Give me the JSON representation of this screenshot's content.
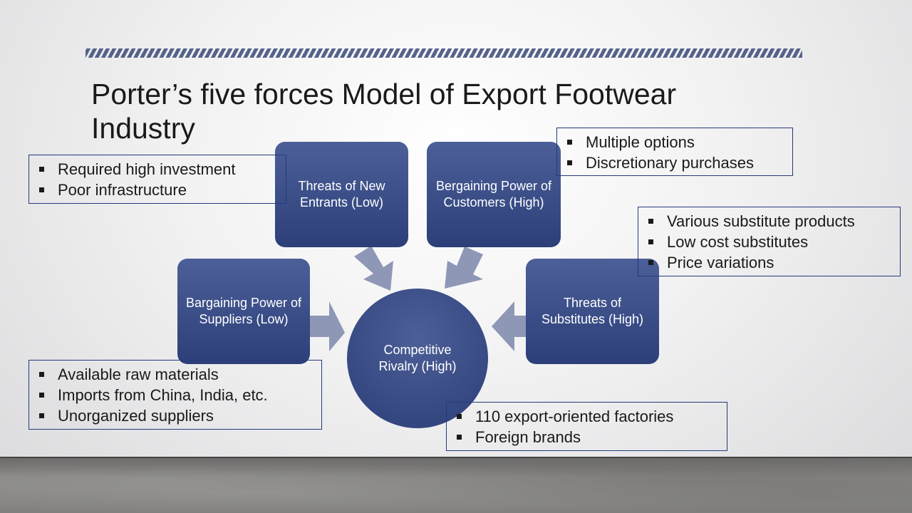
{
  "title": "Porter’s five forces Model of Export Footwear Industry",
  "center": {
    "label": "Competitive Rivalry (High)"
  },
  "forces": {
    "new_entrants": "Threats of New Entrants (Low)",
    "customers": "Bergaining Power of Customers (High)",
    "suppliers": "Bargaining Power of Suppliers (Low)",
    "substitutes": "Threats of Substitutes (High)"
  },
  "notes": {
    "new_entrants": [
      "Required high investment",
      "Poor infrastructure"
    ],
    "customers": [
      "Multiple options",
      "Discretionary purchases"
    ],
    "substitutes": [
      "Various substitute products",
      "Low cost substitutes",
      "Price variations"
    ],
    "suppliers": [
      "Available raw materials",
      "Imports from China, India, etc.",
      "Unorganized suppliers"
    ],
    "rivalry": [
      "110 export-oriented factories",
      "Foreign brands"
    ]
  },
  "colors": {
    "box_top": "#4c5f98",
    "box_bottom": "#2c3f79",
    "arrow": "#8f97b6",
    "note_border": "#243a7a"
  }
}
